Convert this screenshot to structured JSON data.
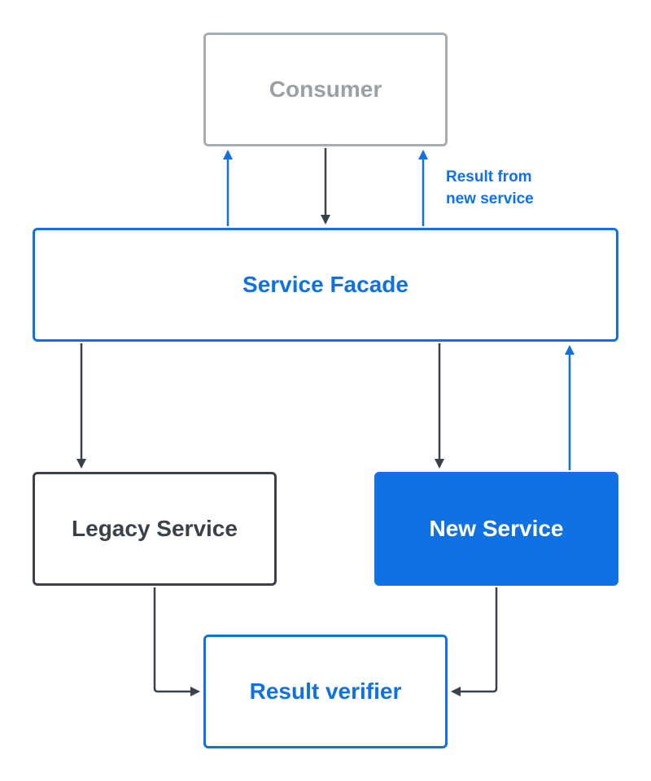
{
  "nodes": {
    "consumer": "Consumer",
    "service_facade": "Service Facade",
    "legacy_service": "Legacy Service",
    "new_service": "New Service",
    "result_verifier": "Result verifier"
  },
  "edge_labels": {
    "facade_to_consumer_new": "Result from\nnew service"
  },
  "colors": {
    "accent_blue": "#1071e5",
    "dark_gray": "#3a414a",
    "muted_gray": "#a7abb2"
  }
}
